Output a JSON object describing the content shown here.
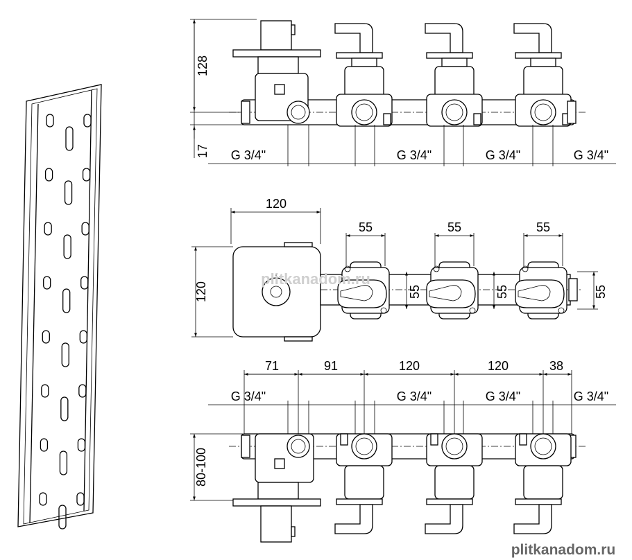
{
  "watermark": {
    "center": "plitkanadom.ru",
    "corner": "plitkanadom.ru"
  },
  "top_view": {
    "dim_height": "128",
    "dim_offset": "17",
    "thread_labels": [
      "G 3/4\"",
      "G 3/4\"",
      "G 3/4\"",
      "G 3/4\""
    ]
  },
  "middle_view": {
    "plate_width": "120",
    "plate_height": "120",
    "spacing_labels": [
      "55",
      "55",
      "55"
    ],
    "side_labels": [
      "55",
      "55",
      "55"
    ]
  },
  "bottom_view": {
    "spacing_labels": [
      "71",
      "91",
      "120",
      "120",
      "38"
    ],
    "thread_labels": [
      "G 3/4\"",
      "G 3/4\"",
      "G 3/4\"",
      "G 3/4\""
    ],
    "depth_label": "80-100"
  }
}
